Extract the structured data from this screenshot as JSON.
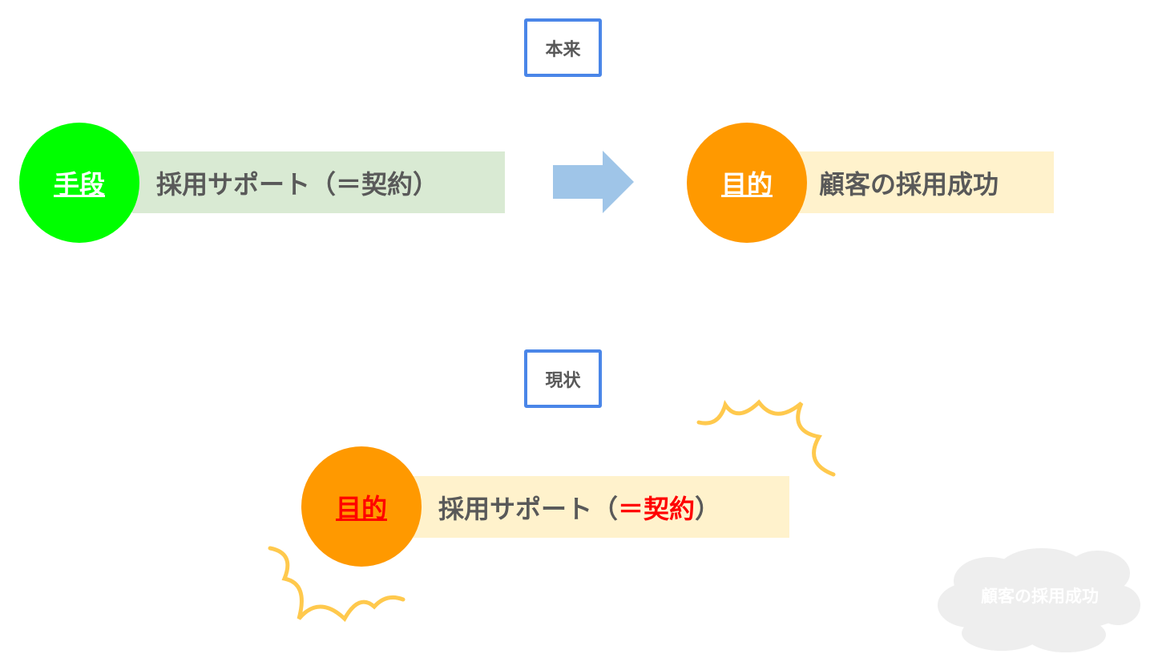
{
  "ideal": {
    "label": "本来",
    "means_badge": "手段",
    "means_text": "採用サポート（＝契約）",
    "goal_badge": "目的",
    "goal_text": "顧客の採用成功"
  },
  "current": {
    "label": "現状",
    "goal_badge": "目的",
    "text_before": "採用サポート（",
    "text_highlight": "＝契約",
    "text_after": "）",
    "cloud_text": "顧客の採用成功"
  },
  "colors": {
    "green": "#00ff00",
    "orange": "#ff9900",
    "blue": "#4a86e8",
    "arrow": "#9fc5e8",
    "red": "#ff0000"
  }
}
